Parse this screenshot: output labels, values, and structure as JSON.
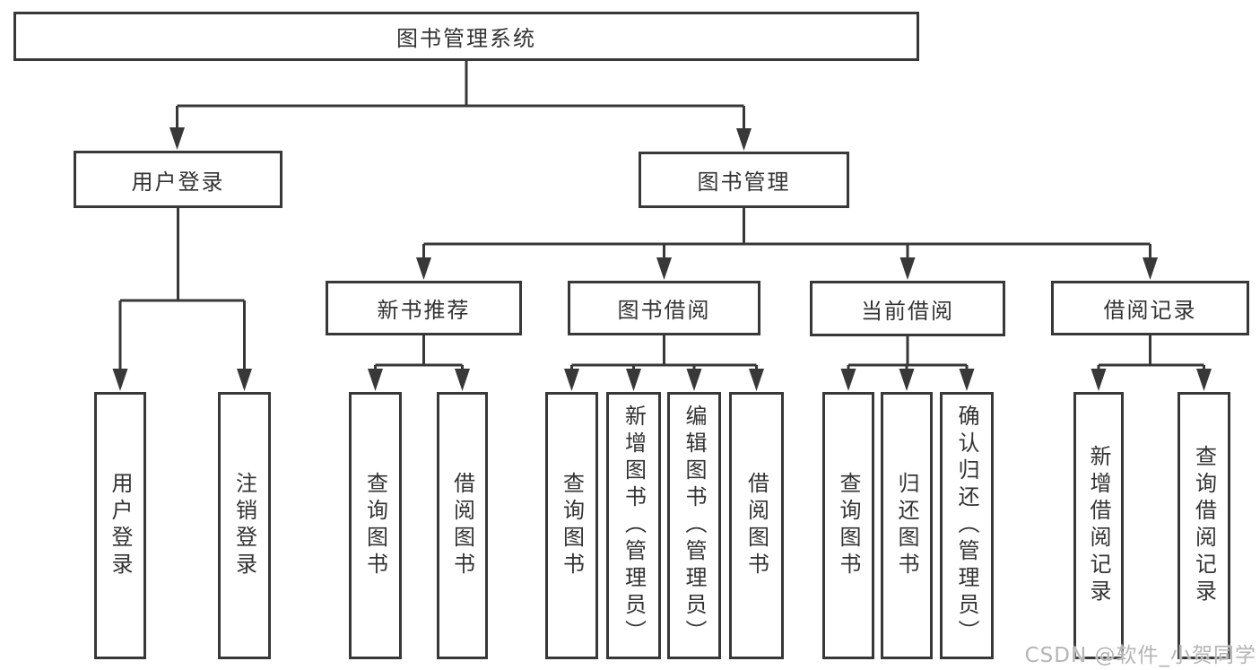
{
  "diagram": {
    "root": {
      "label": "图书管理系统"
    },
    "level2": [
      {
        "id": "user-login",
        "label": "用户登录"
      },
      {
        "id": "book-management",
        "label": "图书管理"
      }
    ],
    "level3": [
      {
        "id": "new-book-recommend",
        "label": "新书推荐"
      },
      {
        "id": "book-borrow",
        "label": "图书借阅"
      },
      {
        "id": "current-borrow",
        "label": "当前借阅"
      },
      {
        "id": "borrow-records",
        "label": "借阅记录"
      }
    ],
    "leaves": {
      "user_login": [
        {
          "label": "用户登录"
        },
        {
          "label": "注销登录"
        }
      ],
      "new_book_recommend": [
        {
          "label": "查询图书"
        },
        {
          "label": "借阅图书"
        }
      ],
      "book_borrow": [
        {
          "label": "查询图书"
        },
        {
          "label": "新增图书（管理员）"
        },
        {
          "label": "编辑图书（管理员）"
        },
        {
          "label": "借阅图书"
        }
      ],
      "current_borrow": [
        {
          "label": "查询图书"
        },
        {
          "label": "归还图书"
        },
        {
          "label": "确认归还（管理员）"
        }
      ],
      "borrow_records": [
        {
          "label": "新增借阅记录"
        },
        {
          "label": "查询借阅记录"
        }
      ]
    }
  },
  "watermark": {
    "text": "CSDN @软件_小贺同学"
  },
  "colors": {
    "line": "#383838",
    "text": "#333333",
    "background": "#ffffff",
    "watermark": "#b5b5b5"
  }
}
